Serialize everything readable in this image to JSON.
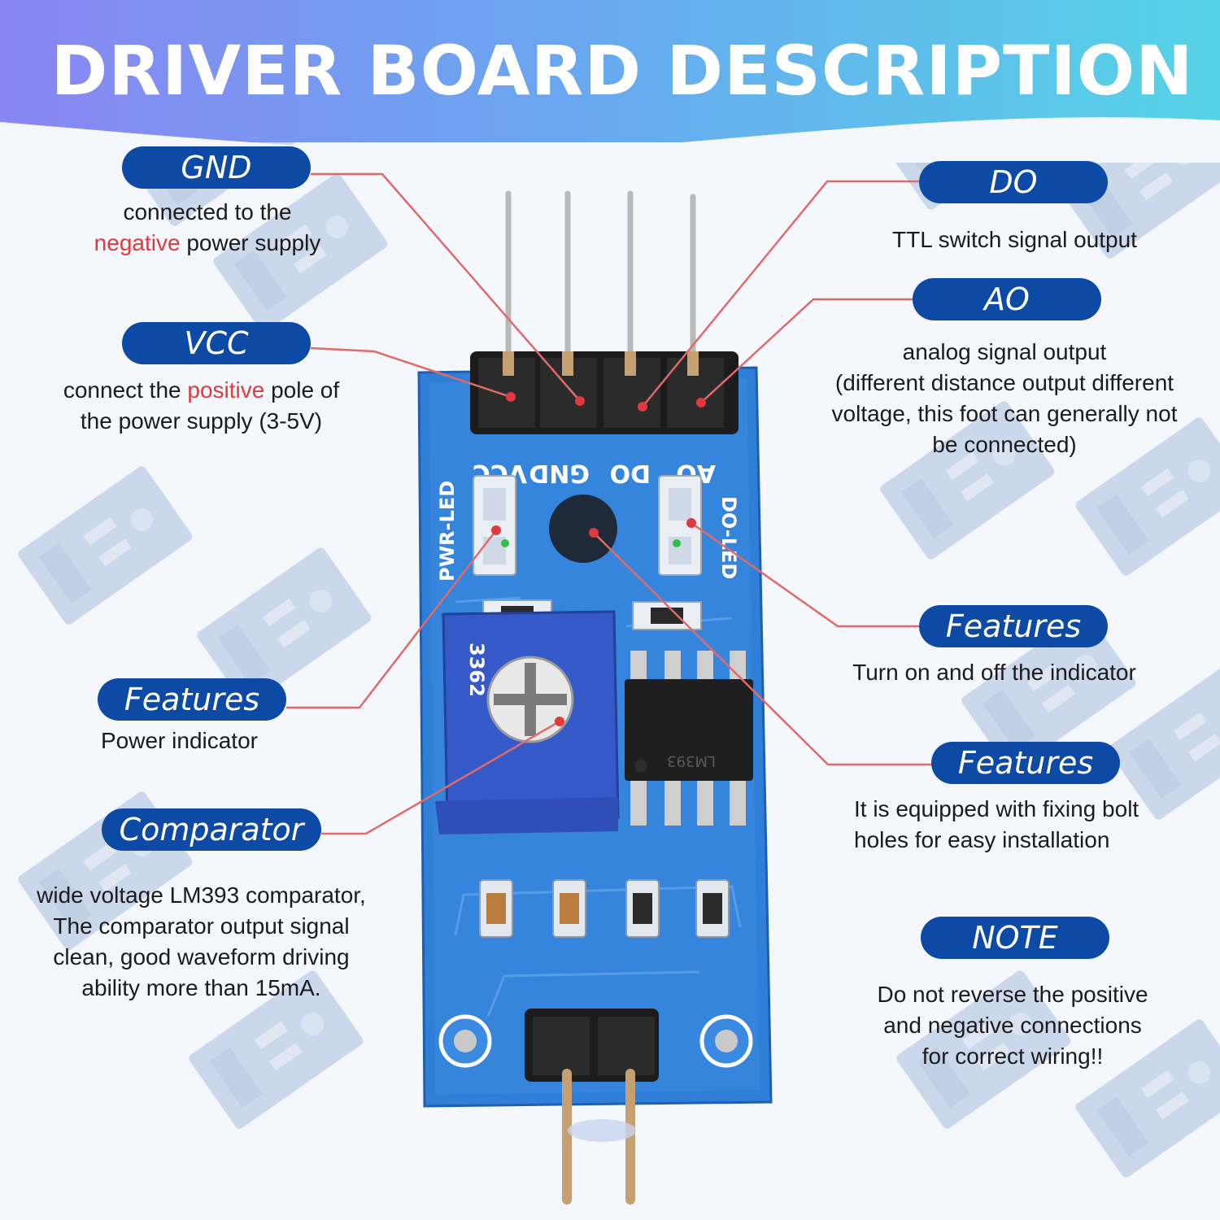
{
  "title": "DRIVER BOARD DESCRIPTION",
  "callouts": {
    "gnd": {
      "label": "GND",
      "line1": "connected to the",
      "line2_highlight": "negative",
      "line2_rest": " power supply"
    },
    "vcc": {
      "label": "VCC",
      "line1_pre": "connect the ",
      "line1_highlight": "positive",
      "line1_post": " pole of",
      "line2": "the power supply (3-5V)"
    },
    "do": {
      "label": "DO",
      "text": "TTL switch signal output"
    },
    "ao": {
      "label": "AO",
      "lines": [
        "analog signal output",
        "(different distance output different",
        "voltage, this foot can generally not",
        "be connected)"
      ]
    },
    "features_power": {
      "label": "Features",
      "text": "Power indicator"
    },
    "comparator": {
      "label": "Comparator",
      "lines": [
        "wide voltage LM393 comparator,",
        "The comparator output signal",
        "clean, good waveform driving",
        "ability more than 15mA."
      ]
    },
    "features_indicator": {
      "label": "Features",
      "text": "Turn on and off the indicator"
    },
    "features_bolt": {
      "label": "Features",
      "lines": [
        "It is equipped with fixing bolt",
        "holes for easy installation"
      ]
    },
    "note": {
      "label": "NOTE",
      "lines": [
        "Do not reverse the positive",
        "and negative connections",
        "for correct wiring!!"
      ]
    }
  },
  "board": {
    "pin_labels": [
      "VCC",
      "GND",
      "DO",
      "AO"
    ],
    "pwr_led_label": "PWR-LED",
    "do_led_label": "DO-LED",
    "chip_marking": "LM393",
    "pot_marking": "3362"
  },
  "colors": {
    "pill": "#0d4aa6",
    "highlight": "#e0393e",
    "leader": "#e06a6a",
    "board": "#2f7fd8"
  }
}
